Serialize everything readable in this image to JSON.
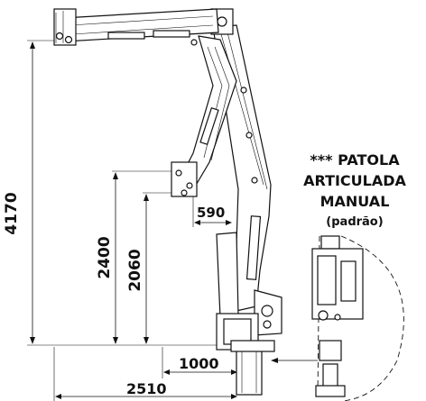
{
  "dimensions": {
    "h_4170": "4170",
    "h_2400": "2400",
    "h_2060": "2060",
    "w_590": "590",
    "w_1000": "1000",
    "w_2510": "2510"
  },
  "note": {
    "line1": "*** PATOLA",
    "line2": "ARTICULADA",
    "line3": "MANUAL",
    "line4": "(padrão)"
  },
  "colors": {
    "ink": "#111111",
    "background": "#ffffff"
  }
}
